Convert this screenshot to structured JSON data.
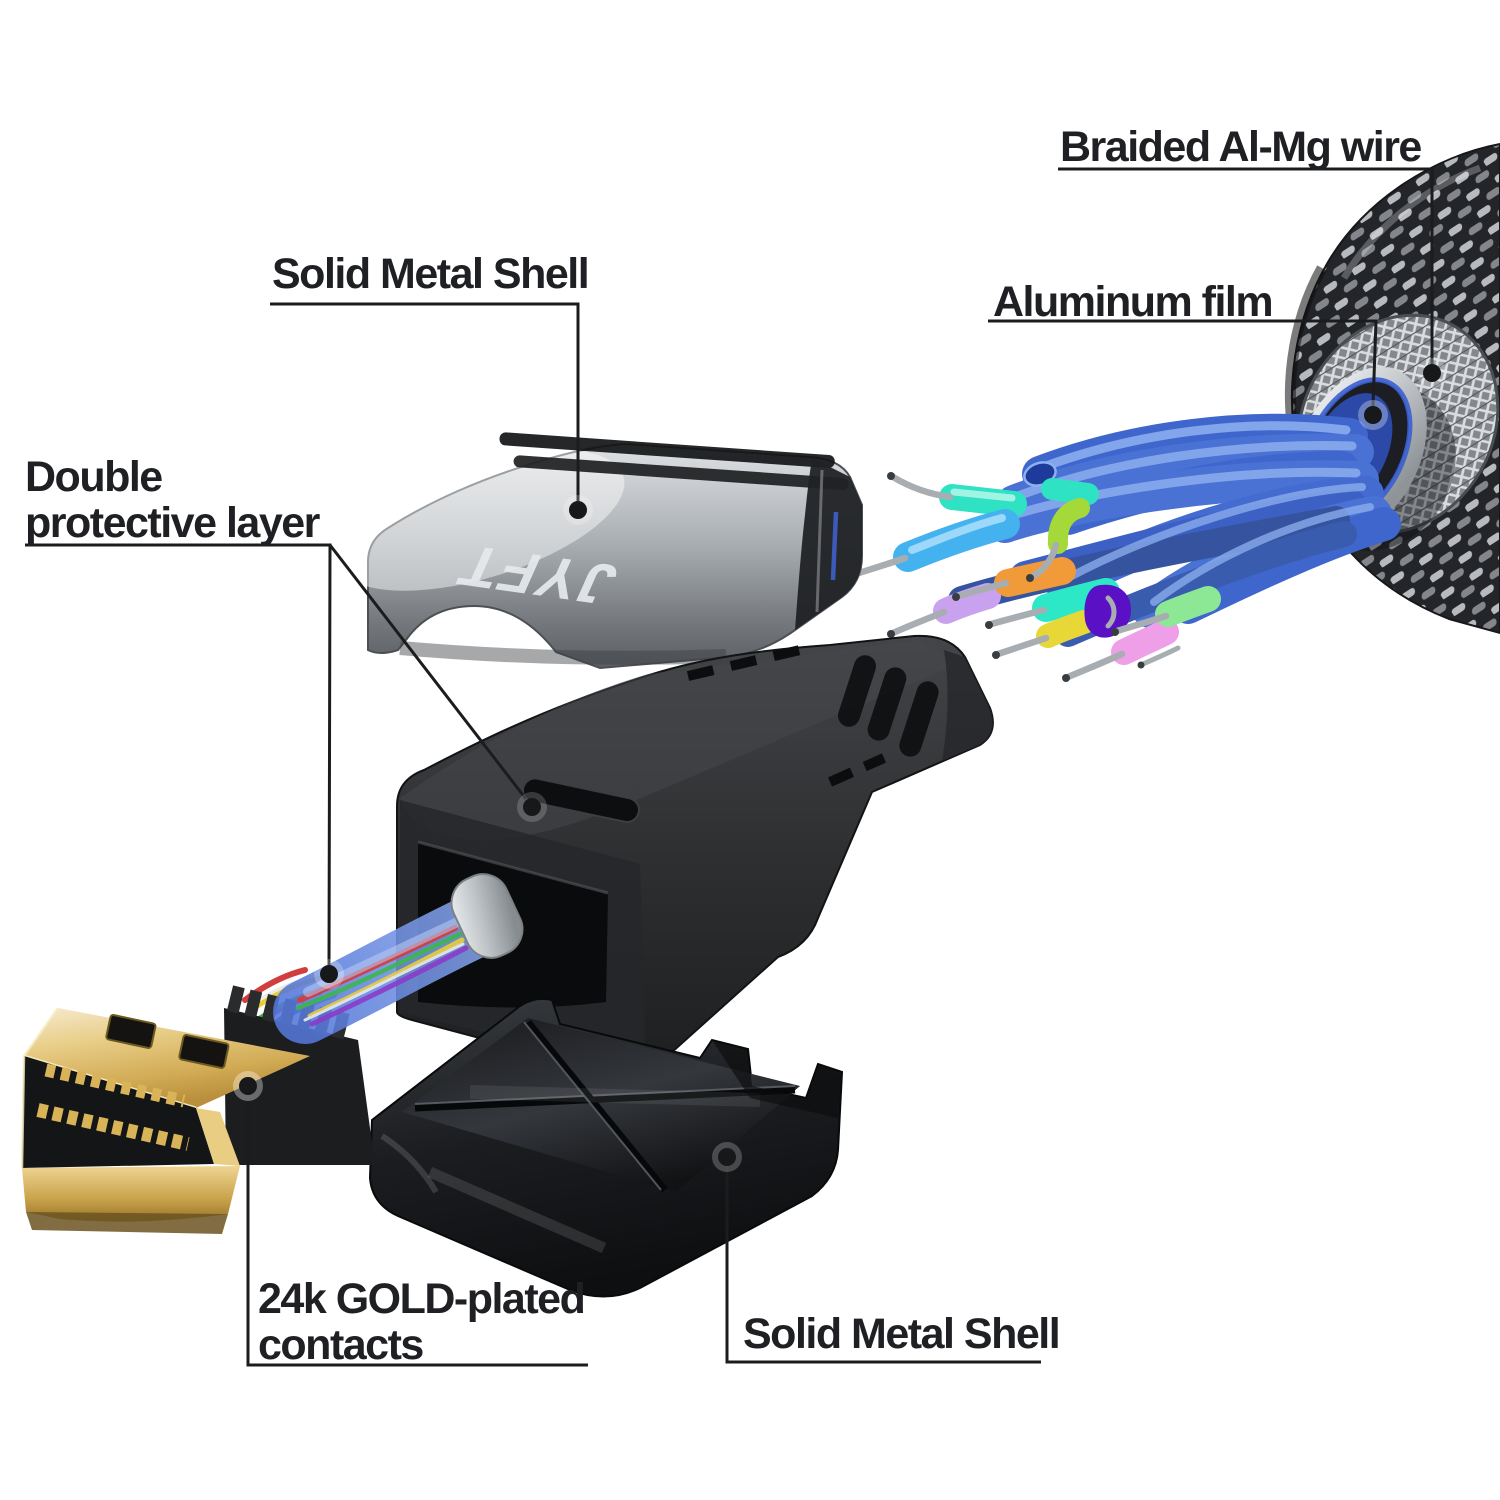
{
  "page": {
    "background": "#ffffff",
    "description_visible_text_only": "exploded HDMI cable connector diagram"
  },
  "brand": {
    "logo": "JYFT"
  },
  "callouts": {
    "braided_wire": {
      "label": "Braided Al-Mg wire"
    },
    "aluminum_film": {
      "label": "Aluminum film"
    },
    "shell_top": {
      "label": "Solid Metal Shell"
    },
    "double_layer": {
      "line1": "Double",
      "line2": "protective layer"
    },
    "gold_contacts": {
      "line1": "24k GOLD-plated",
      "line2": "contacts"
    },
    "shell_bottom": {
      "label": "Solid Metal Shell"
    }
  },
  "colors": {
    "background": "#ffffff",
    "label_text": "#1f2023",
    "leader_line": "#1b1c1e",
    "metal_shell_light": "#d6d9dc",
    "metal_shell_dark": "#64686c",
    "boot_black": "#2e2f31",
    "tray_black": "#141518",
    "gold": "#d9b968",
    "gold_dark": "#8a6f2e",
    "wrap_blue": "#6b8fe0",
    "wire_blue": "#4a72d4",
    "wire_sky": "#45b2f0",
    "wire_teal": "#2fe2c4",
    "wire_turquoise": "#2ce8c6",
    "wire_lime": "#a5d93a",
    "wire_orange": "#f19a39",
    "wire_yellow": "#e7d838",
    "wire_lavender": "#c9a2ef",
    "wire_pink": "#ef9fe8",
    "wire_lightgreen": "#8de896",
    "wire_purple": "#5a10c4",
    "braid_silver": "#b7bbbf",
    "ferrule_silver": "#c6cacd"
  }
}
